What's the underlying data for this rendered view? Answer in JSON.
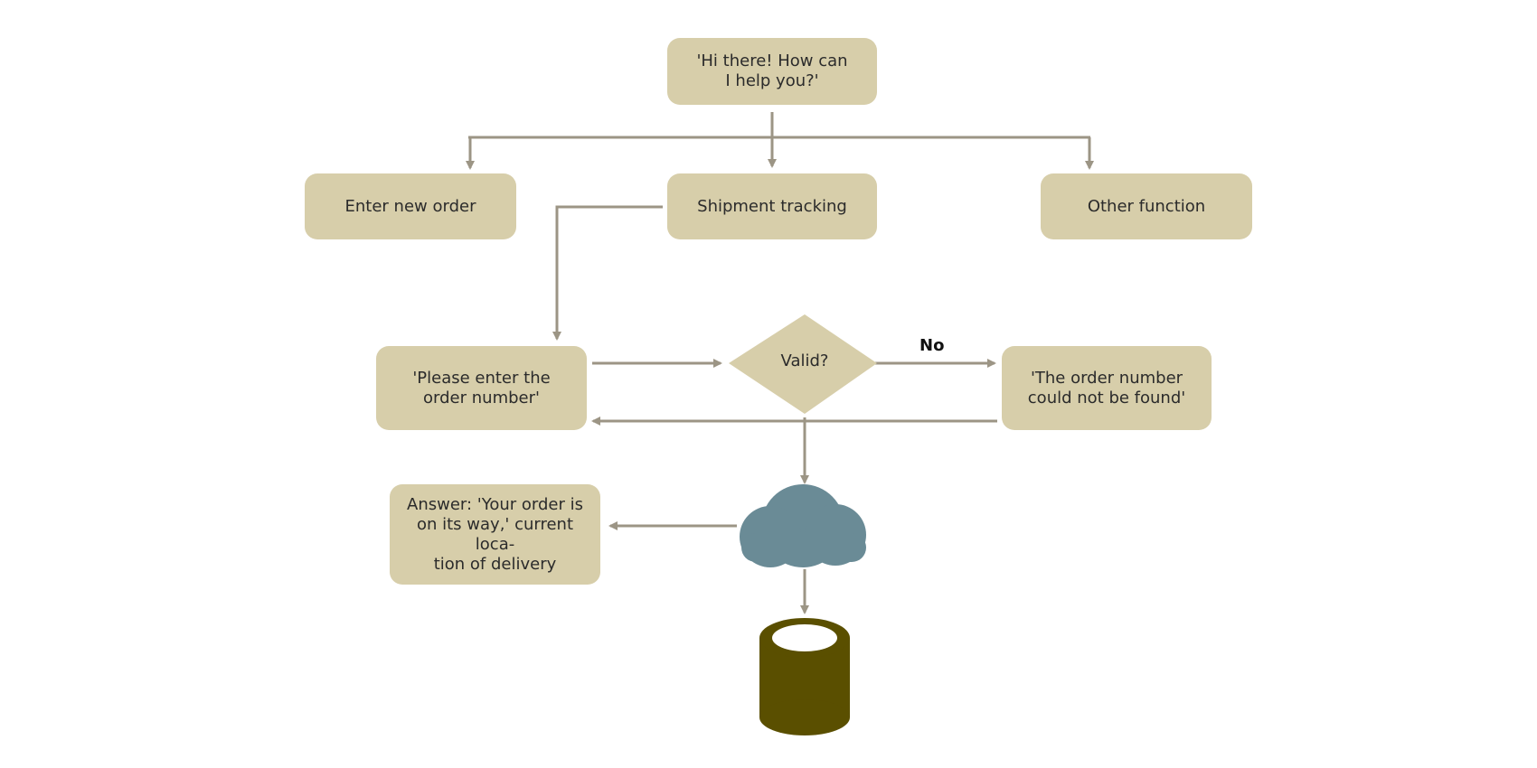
{
  "nodes": {
    "greeting": "'Hi there! How can\nI help you?'",
    "new_order": "Enter new order",
    "shipment_tracking": "Shipment tracking",
    "other_function": "Other function",
    "enter_order_number": "'Please enter the\norder number'",
    "valid_decision": "Valid?",
    "not_found": "'The order number\ncould not be found'",
    "answer": "Answer: 'Your order is\non its way,' current loca-\ntion of delivery"
  },
  "edge_labels": {
    "no": "No"
  },
  "colors": {
    "box_fill": "#d7ceaa",
    "arrow": "#9c9585",
    "cloud": "#6a8b96",
    "database": "#5a4f00",
    "database_top": "#ffffff"
  },
  "icons": {
    "cloud": "cloud-icon",
    "database": "database-icon"
  }
}
